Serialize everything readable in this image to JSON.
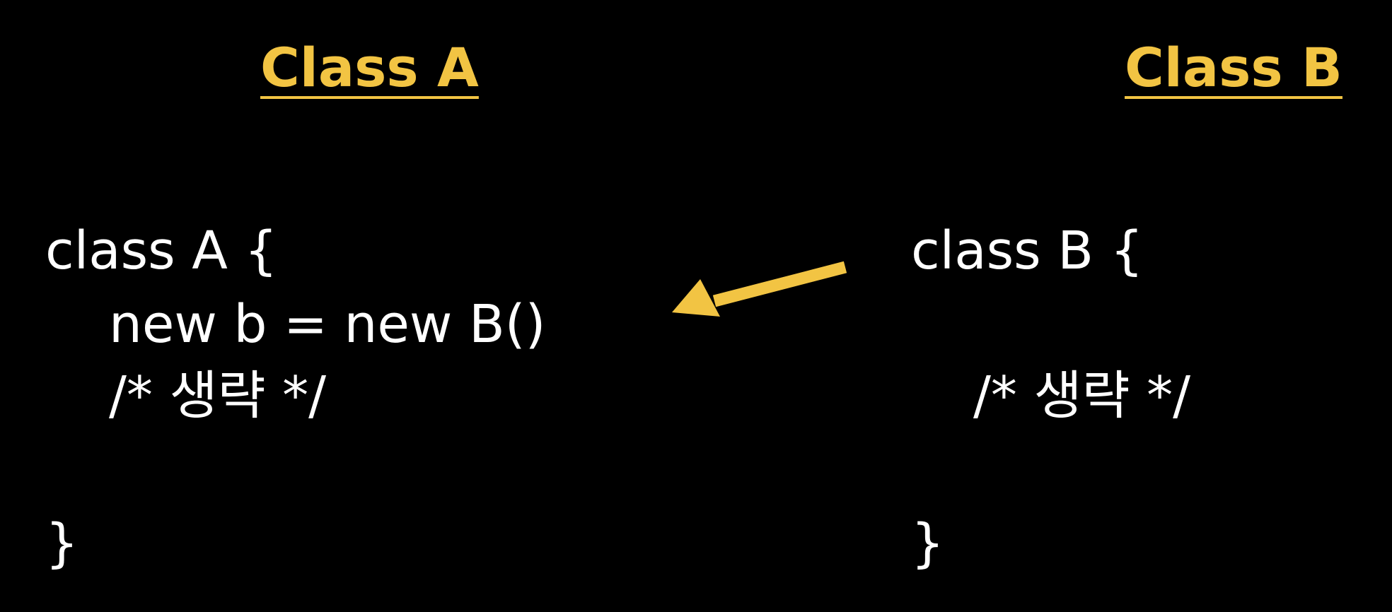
{
  "colors": {
    "background": "#000000",
    "heading": "#F2C443",
    "code": "#FFFFFF",
    "arrow": "#F2C443"
  },
  "class_a": {
    "heading": "Class A",
    "lines": [
      "class A {",
      "new b = new B()",
      "/* 생략 */",
      "}"
    ]
  },
  "class_b": {
    "heading": "Class B",
    "lines": [
      "class B {",
      "/*  생략 */",
      "}"
    ]
  },
  "arrow": {
    "icon": "arrow-left-icon",
    "from": "class_b",
    "to": "class_a"
  }
}
